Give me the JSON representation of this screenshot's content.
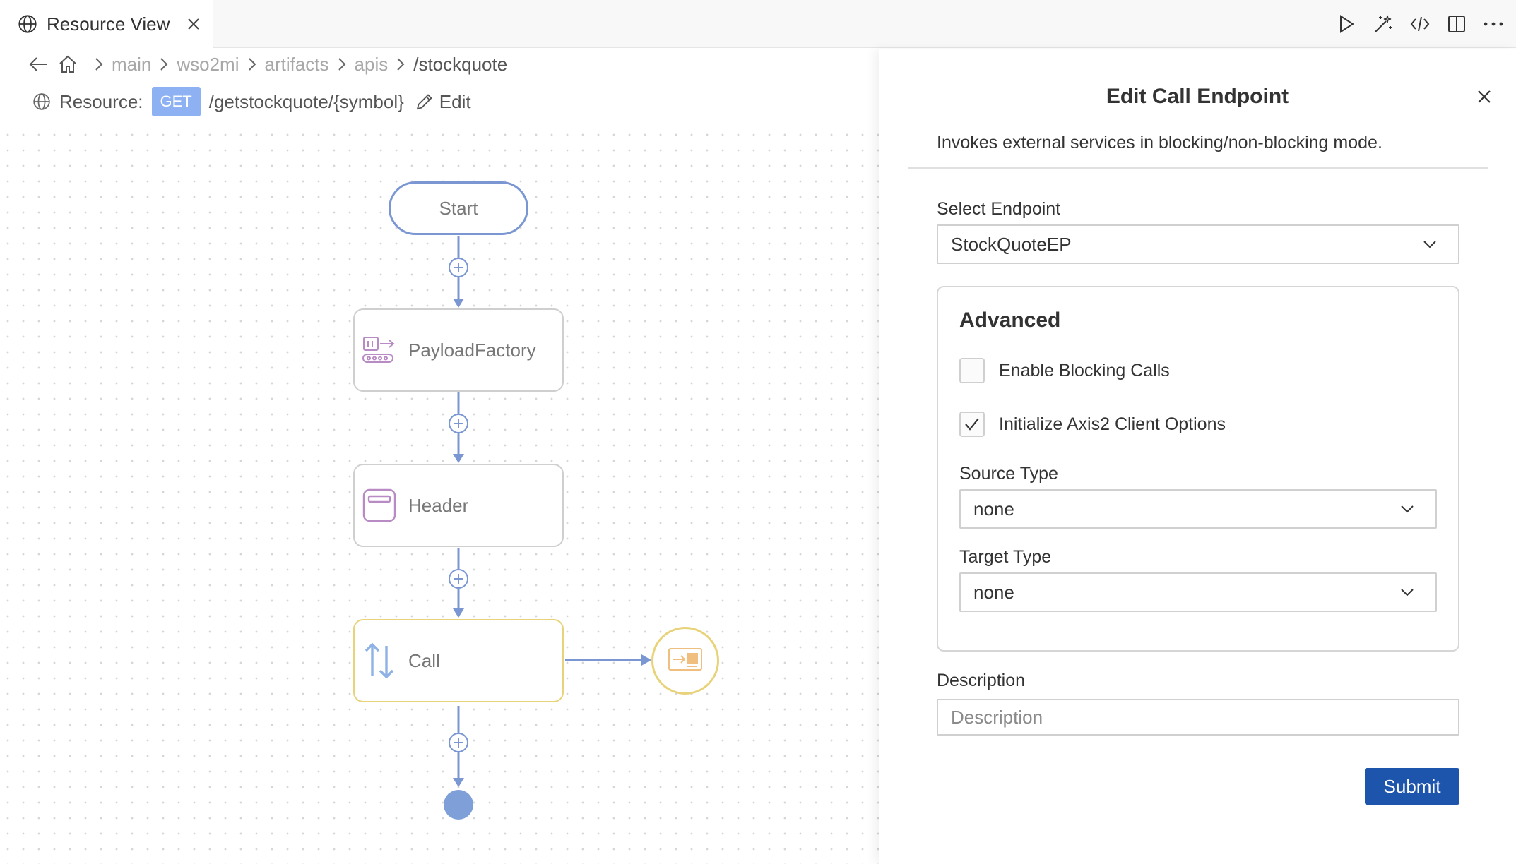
{
  "tab": {
    "label": "Resource View"
  },
  "breadcrumb": {
    "items": [
      "main",
      "wso2mi",
      "artifacts",
      "apis",
      "/stockquote"
    ]
  },
  "resource": {
    "label": "Resource:",
    "method": "GET",
    "path": "/getstockquote/{symbol}",
    "edit_label": "Edit"
  },
  "flow": {
    "start_label": "Start",
    "nodes": [
      {
        "label": "PayloadFactory",
        "icon": "payload-factory-icon"
      },
      {
        "label": "Header",
        "icon": "header-icon"
      },
      {
        "label": "Call",
        "icon": "call-arrows-icon"
      }
    ],
    "endpoint_icon": "endpoint-icon"
  },
  "panel": {
    "title": "Edit Call Endpoint",
    "description": "Invokes external services in blocking/non-blocking mode.",
    "select_endpoint_label": "Select Endpoint",
    "select_endpoint_value": "StockQuoteEP",
    "advanced_title": "Advanced",
    "enable_blocking_label": "Enable Blocking Calls",
    "enable_blocking_checked": false,
    "init_axis2_label": "Initialize Axis2 Client Options",
    "init_axis2_checked": true,
    "source_type_label": "Source Type",
    "source_type_value": "none",
    "target_type_label": "Target Type",
    "target_type_value": "none",
    "description_label": "Description",
    "description_placeholder": "Description",
    "submit_label": "Submit"
  },
  "colors": {
    "accent": "#1d55ac",
    "flow_line": "#7b97d3",
    "method_badge": "#8eb1f4",
    "call_border": "#e8d37a",
    "mediator_icon": "#b98bc4"
  }
}
